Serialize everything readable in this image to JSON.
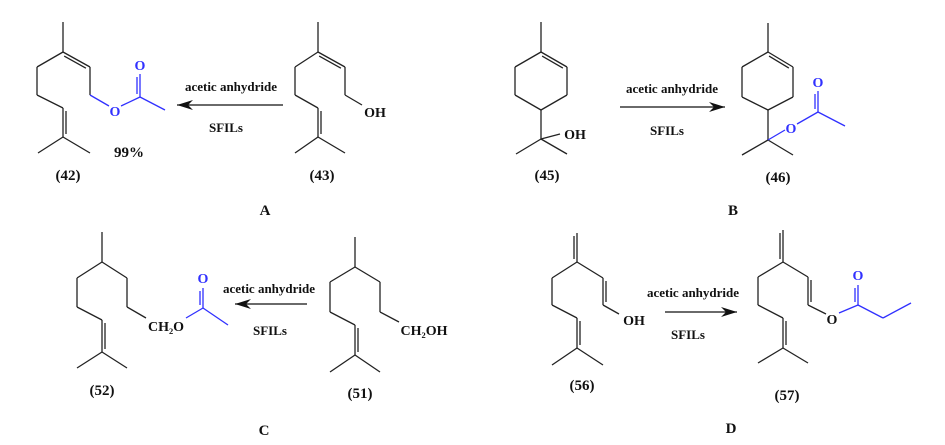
{
  "colors": {
    "bond": "#222222",
    "acyl": "#3030ff"
  },
  "panels": [
    {
      "letter": "A",
      "reagent": "acetic anhydride",
      "catalyst": "SFILs",
      "reactant": "(43)",
      "product": "(42)",
      "yield": "99%",
      "reactant_group": "OH",
      "product_o": "O",
      "carbonyl_o": "O"
    },
    {
      "letter": "B",
      "reagent": "acetic anhydride",
      "catalyst": "SFILs",
      "reactant": "(45)",
      "product": "(46)",
      "reactant_group": "OH",
      "product_o": "O",
      "carbonyl_o": "O"
    },
    {
      "letter": "C",
      "reagent": "acetic anhydride",
      "catalyst": "SFILs",
      "reactant": "(51)",
      "product": "(52)",
      "reactant_group": "CH₂OH",
      "product_o": "CH₂O",
      "carbonyl_o": "O"
    },
    {
      "letter": "D",
      "reagent": "acetic anhydride",
      "catalyst": "SFILs",
      "reactant": "(56)",
      "product": "(57)",
      "reactant_group": "OH",
      "product_o": "O",
      "carbonyl_o": "O"
    }
  ]
}
